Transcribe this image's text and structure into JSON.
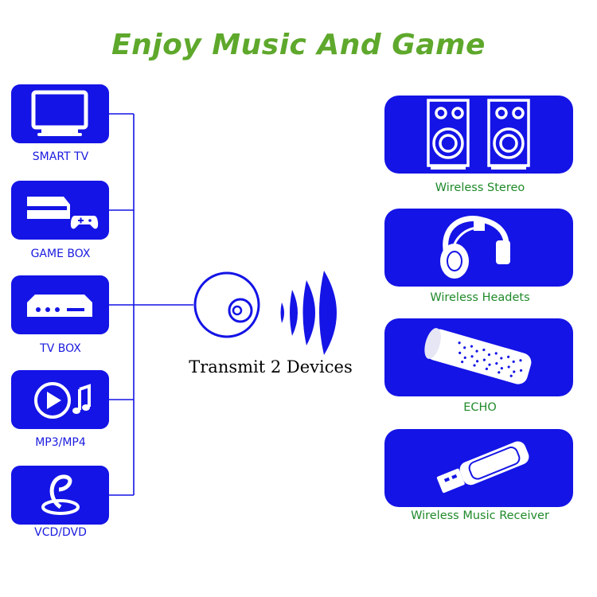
{
  "title": "Enjoy Music And Game",
  "center": {
    "label": "Transmit 2 Devices",
    "icon": "bluetooth-transmitter-icon"
  },
  "sources": [
    {
      "label": "SMART TV",
      "icon": "tv-icon"
    },
    {
      "label": "GAME BOX",
      "icon": "game-console-icon"
    },
    {
      "label": "TV BOX",
      "icon": "tv-box-icon"
    },
    {
      "label": "MP3/MP4",
      "icon": "music-player-icon"
    },
    {
      "label": "VCD/DVD",
      "icon": "disc-icon"
    }
  ],
  "outputs": [
    {
      "label": "Wireless Stereo",
      "icon": "speakers-icon"
    },
    {
      "label": "Wireless Headets",
      "icon": "headphones-icon"
    },
    {
      "label": "ECHO",
      "icon": "echo-speaker-icon"
    },
    {
      "label": "Wireless Music Receiver",
      "icon": "usb-receiver-icon"
    }
  ],
  "colors": {
    "title": "#5ea82c",
    "box": "#1414e6",
    "source_label": "#1a1ae0",
    "output_label": "#1f8a2a",
    "line": "#1414e6"
  }
}
